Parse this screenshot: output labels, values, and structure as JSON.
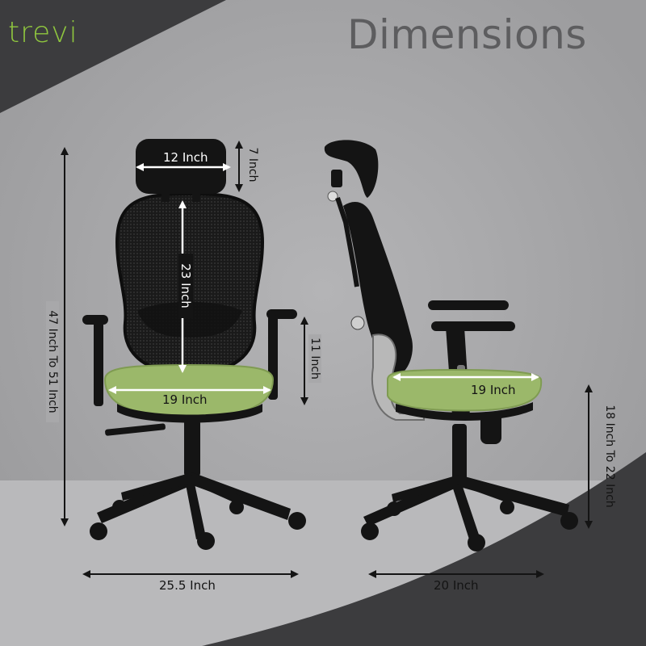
{
  "brand": {
    "logo_text": "trevi",
    "logo_color": "#8fc63e"
  },
  "title": "Dimensions",
  "colors": {
    "background": "#a8a8aa",
    "corner_dark": "#3c3c3e",
    "seat_green": "#9bb86a",
    "frame_black": "#141414",
    "arrow": "#141414"
  },
  "front_view": {
    "headrest_width": "12 Inch",
    "headrest_height": "7 Inch",
    "backrest_height": "23 Inch",
    "overall_height": "47 Inch To 51 Inch",
    "armrest_height": "11 Inch",
    "seat_width": "19 Inch",
    "base_width": "25.5 Inch"
  },
  "side_view": {
    "seat_depth": "19 Inch",
    "seat_height": "18 Inch To 22 Inch",
    "base_depth": "20 Inch"
  }
}
